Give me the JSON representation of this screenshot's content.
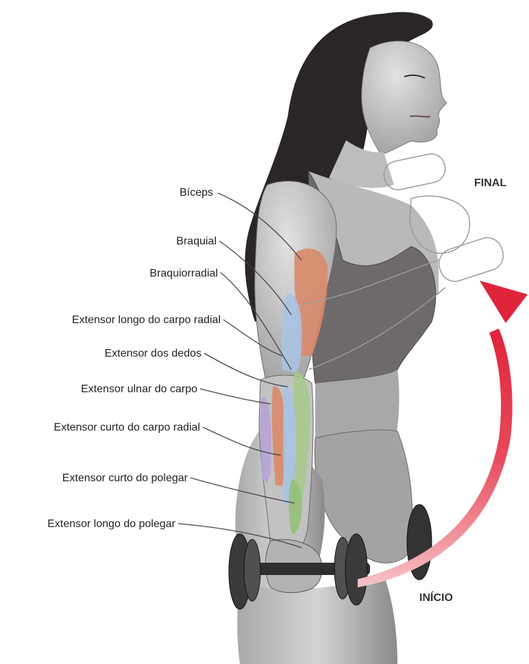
{
  "labels": {
    "biceps": "Bíceps",
    "braquial": "Braquial",
    "braquiorradial": "Braquiorradial",
    "ext_longo_carpo_radial": "Extensor longo do carpo radial",
    "ext_dedos": "Extensor dos dedos",
    "ext_ulnar_carpo": "Extensor ulnar do carpo",
    "ext_curto_carpo_radial": "Extensor curto do carpo radial",
    "ext_curto_polegar": "Extensor curto do polegar",
    "ext_longo_polegar": "Extensor longo do polegar"
  },
  "states": {
    "final": "FINAL",
    "inicio": "INÍCIO"
  },
  "colors": {
    "skin": "#cfcfcf",
    "shadow": "#8f8f8f",
    "hair": "#2a2526",
    "top": "#6e6a6c",
    "arrow": "#e0243a",
    "muscle_red": "#d98a6b",
    "muscle_blue": "#a8c3e3",
    "muscle_green": "#a7c98a",
    "muscle_purple": "#b7a3d6",
    "dumbbell": "#3a3a3a"
  }
}
